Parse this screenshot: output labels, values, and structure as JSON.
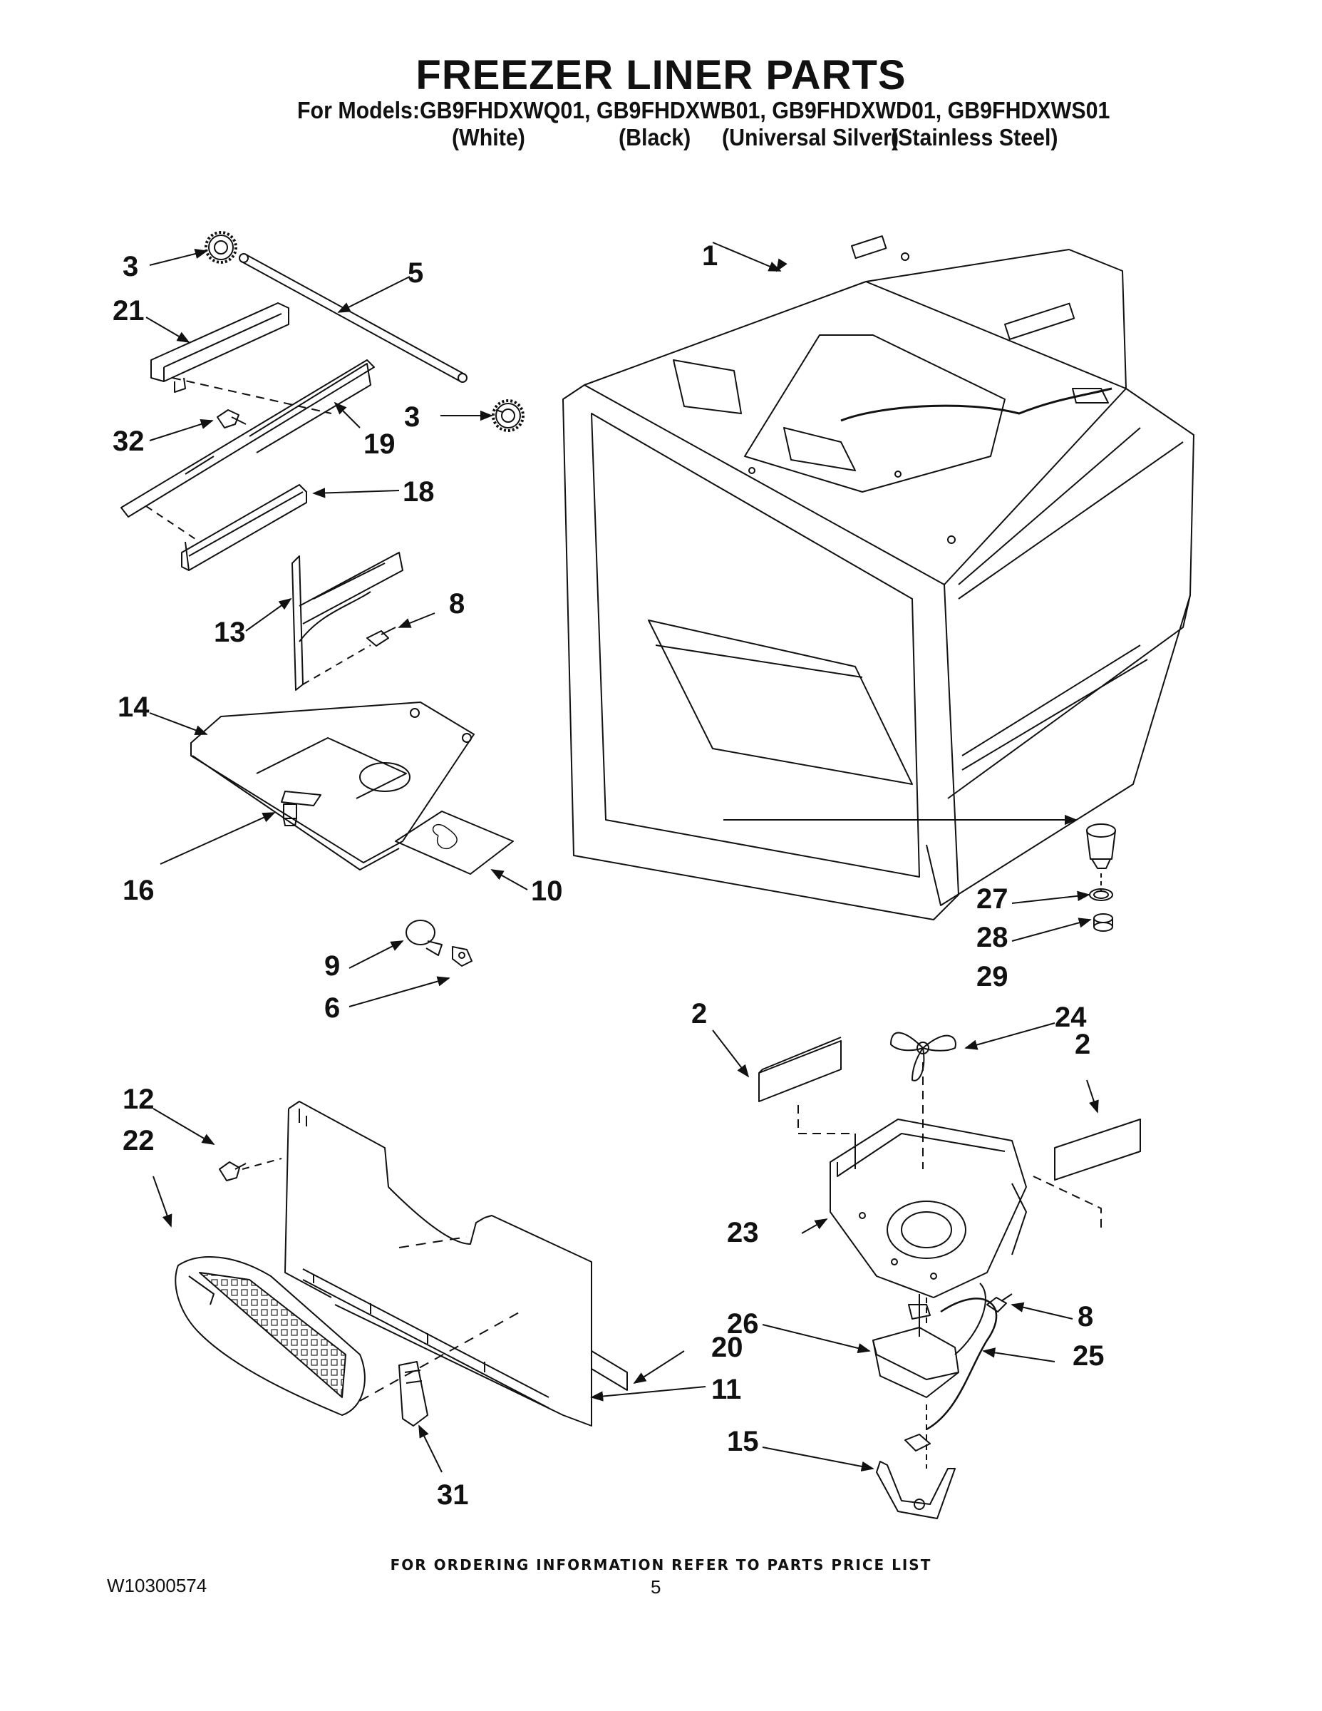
{
  "header": {
    "title": "FREEZER LINER PARTS",
    "models_line": "For Models:GB9FHDXWQ01, GB9FHDXWB01, GB9FHDXWD01, GB9FHDXWS01",
    "variants": [
      "(White)",
      "(Black)",
      "(Universal Silver)",
      "(Stainless Steel)"
    ]
  },
  "callouts": {
    "c1": "1",
    "c2a": "2",
    "c2b": "2",
    "c3a": "3",
    "c3b": "3",
    "c5": "5",
    "c6": "6",
    "c8a": "8",
    "c8b": "8",
    "c9": "9",
    "c10": "10",
    "c11": "11",
    "c12": "12",
    "c13": "13",
    "c14": "14",
    "c15": "15",
    "c16": "16",
    "c18": "18",
    "c19": "19",
    "c20": "20",
    "c21": "21",
    "c22": "22",
    "c23": "23",
    "c24": "24",
    "c25": "25",
    "c26": "26",
    "c27": "27",
    "c28": "28",
    "c29": "29",
    "c31": "31",
    "c32": "32"
  },
  "footer": {
    "ordering_note": "FOR ORDERING INFORMATION REFER TO PARTS PRICE LIST",
    "document_number": "W10300574",
    "page_number": "5"
  }
}
